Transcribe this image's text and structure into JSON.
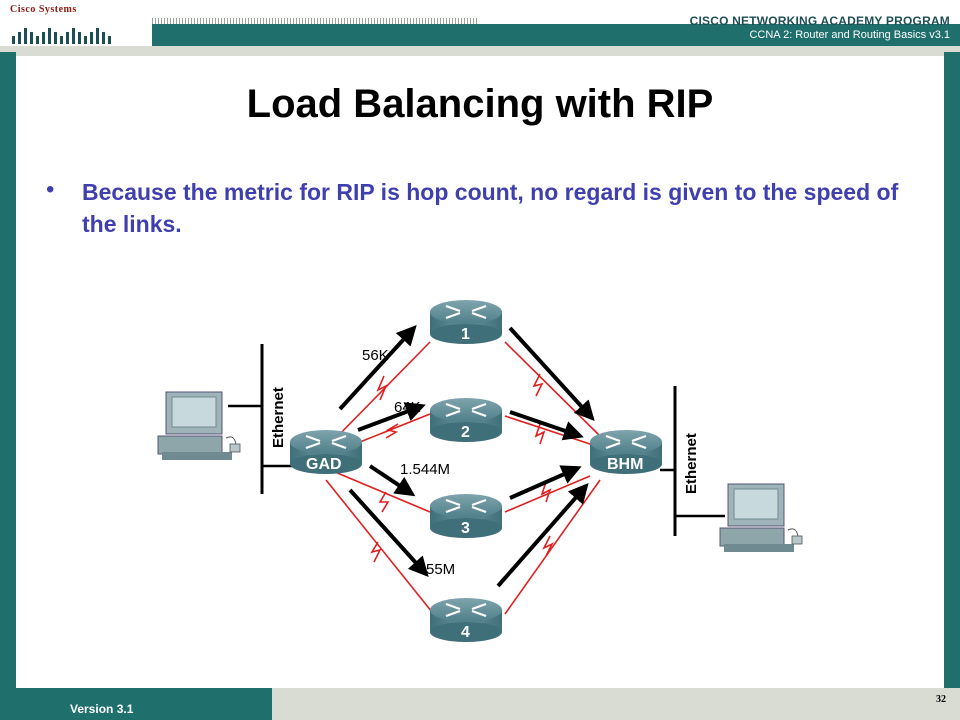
{
  "header": {
    "logo_text": "Cisco Systems",
    "program": "CISCO NETWORKING ACADEMY PROGRAM",
    "course": "CCNA 2: Router and Routing Basics v3.1"
  },
  "slide": {
    "title": "Load Balancing with RIP",
    "bullet": "Because the metric for RIP is hop count, no regard is given to the speed of the links."
  },
  "diagram": {
    "routers": {
      "r1": "1",
      "r2": "2",
      "r3": "3",
      "r4": "4",
      "gad": "GAD",
      "bhm": "BHM"
    },
    "links": {
      "l1": "56K",
      "l2": "64K",
      "l3": "1.544M",
      "l4": "55M"
    },
    "ethernet_left": "Ethernet",
    "ethernet_right": "Ethernet"
  },
  "footer": {
    "version": "Version 3.1",
    "page": "32"
  },
  "colors": {
    "teal": "#1f6f6c",
    "bullet": "#3f3fb0",
    "link": "#e02020"
  }
}
